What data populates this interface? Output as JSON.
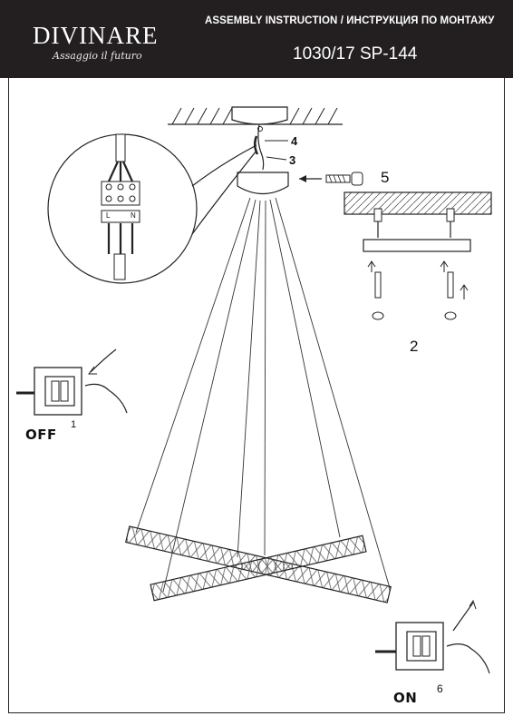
{
  "header": {
    "brand": "DIVINARE",
    "tagline": "Assaggio il futuro",
    "title": "ASSEMBLY INSTRUCTION / ИНСТРУКЦИЯ ПО МОНТАЖУ",
    "model": "1030/17 SP-144"
  },
  "steps": {
    "s1": "1",
    "s2": "2",
    "s3": "3",
    "s4": "4",
    "s5": "5",
    "s6": "6"
  },
  "switch_states": {
    "off": "OFF",
    "on": "ON"
  },
  "terminal_labels": {
    "l": "L",
    "n": "N"
  },
  "colors": {
    "header_bg": "#231f20",
    "ink": "#111111"
  }
}
